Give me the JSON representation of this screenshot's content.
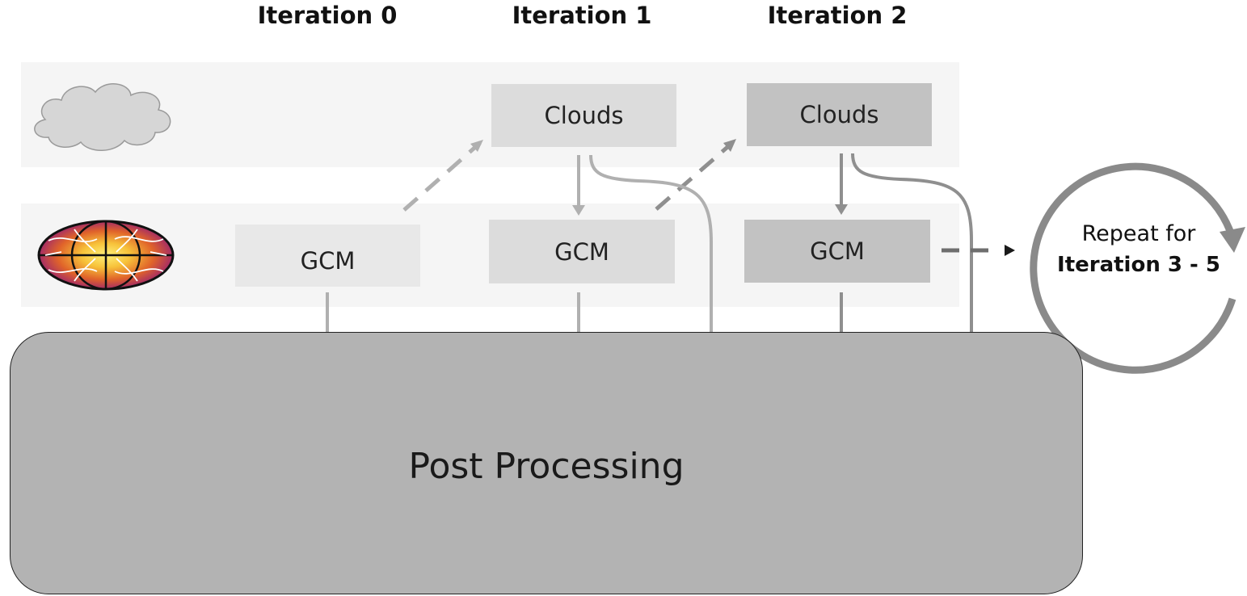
{
  "headings": [
    "Iteration 0",
    "Iteration 1",
    "Iteration 2"
  ],
  "clouds_label": "Clouds",
  "gcm_label": "GCM",
  "post_processing_label": "Post Processing",
  "repeat": {
    "line1": "Repeat for",
    "line2": "Iteration 3 - 5"
  },
  "icons": {
    "clouds_row": "cloud-icon",
    "gcm_row": "planet-globe-icon",
    "repeat": "circular-arrow-icon"
  },
  "colors": {
    "band_bg": "#f5f5f5",
    "box_light": "#e8e8e8",
    "box_mid": "#dcdcdc",
    "box_dark": "#c2c2c2",
    "post_processing_bg": "#b3b3b3",
    "arrow_light": "#b0b0b0",
    "arrow_mid": "#8f8f8f",
    "arrow_dark": "#6e6e6e"
  }
}
